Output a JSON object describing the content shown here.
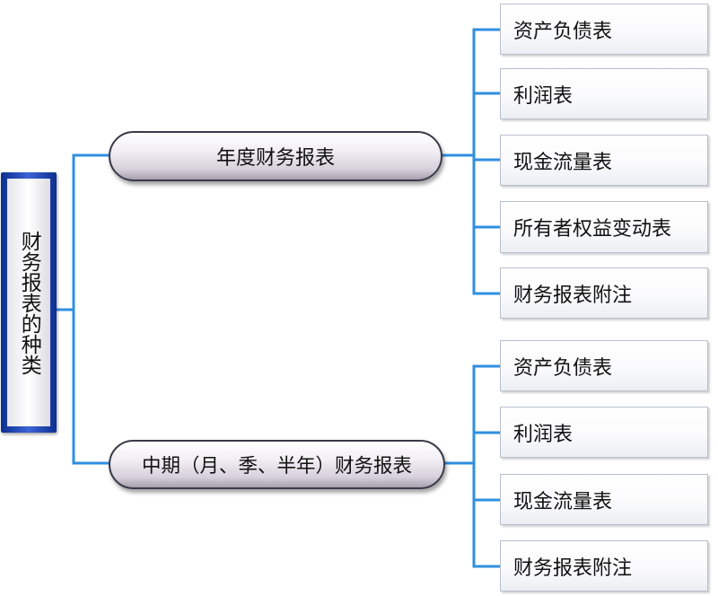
{
  "root": {
    "label": "财务报表的种类"
  },
  "branches": [
    {
      "label": "年度财务报表",
      "children": [
        "资产负债表",
        "利润表",
        "现金流量表",
        "所有者权益变动表",
        "财务报表附注"
      ]
    },
    {
      "label": "中期（月、季、半年）财务报表",
      "children": [
        "资产负债表",
        "利润表",
        "现金流量表",
        "财务报表附注"
      ]
    }
  ],
  "colors": {
    "connector": "#2f8fe0",
    "root_frame": "#1f45b8"
  }
}
